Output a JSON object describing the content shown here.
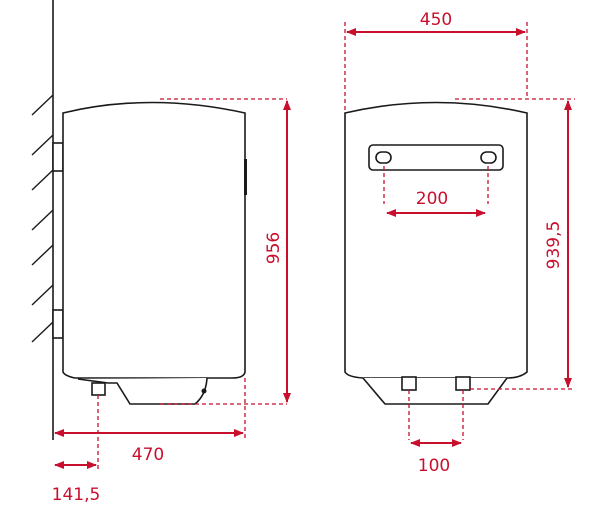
{
  "dimensions": {
    "side_height": "956",
    "side_depth": "470",
    "pipe_offset": "141,5",
    "front_width": "450",
    "bracket_holes": "200",
    "front_height": "939,5",
    "pipe_spacing": "100"
  },
  "colors": {
    "dimension": "#c8102e",
    "outline": "#1a1a1a"
  }
}
